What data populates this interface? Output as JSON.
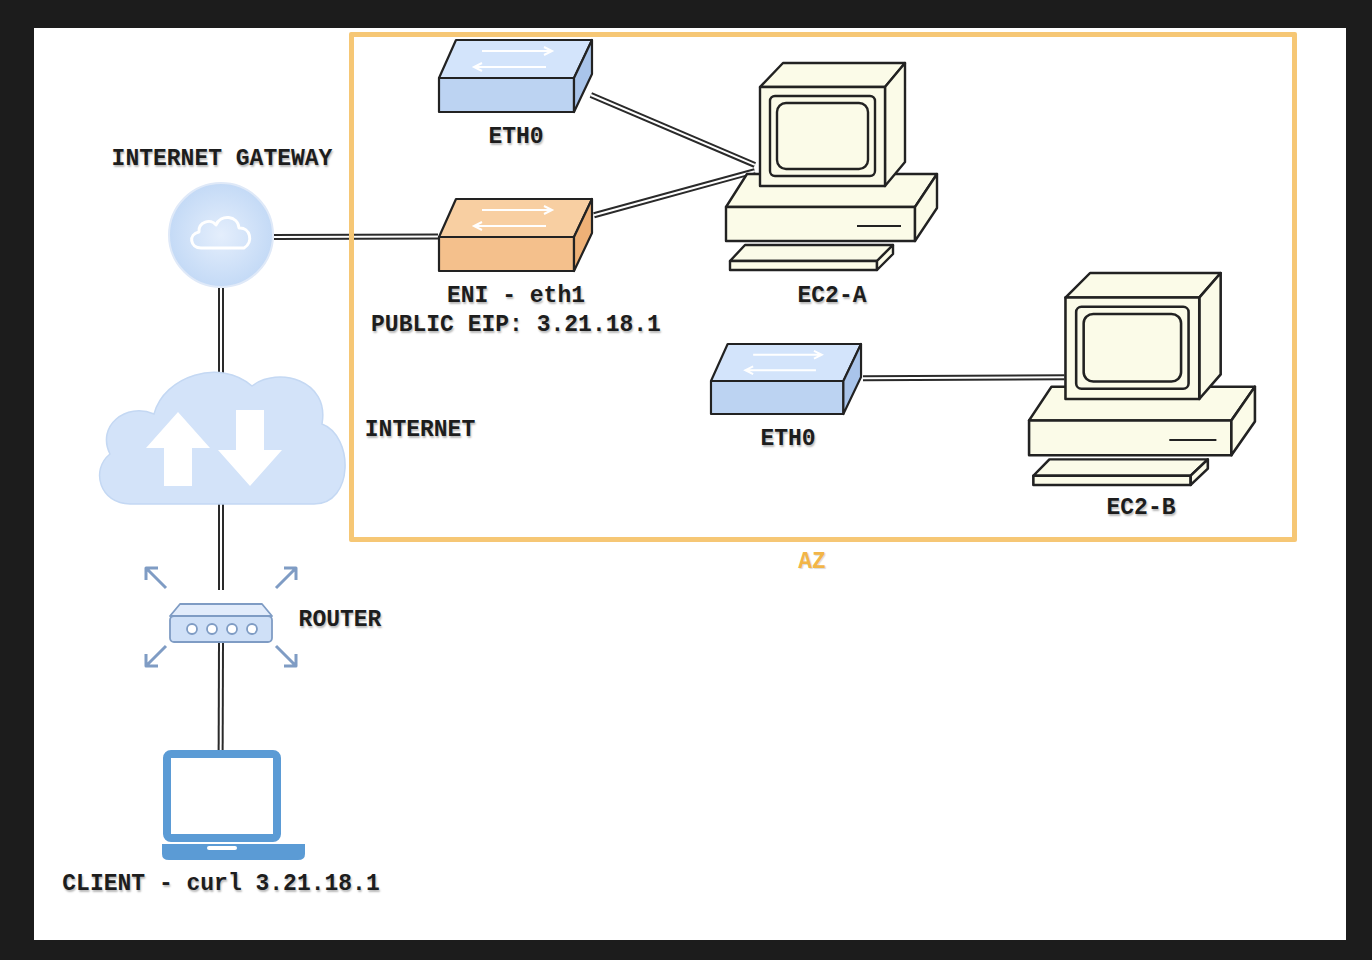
{
  "diagram": {
    "nodes": [
      {
        "text": [
          "AZ"
        ]
      },
      {
        "text": [
          "ETH0"
        ],
        "in": 0
      },
      {
        "text": [
          "INTERNET GATEWAY"
        ]
      },
      {
        "text": [
          "ENI - eth1",
          "PUBLIC EIP: 3.21.18.1"
        ],
        "in": 0
      },
      {
        "text": [
          "EC2-A"
        ],
        "in": 0
      },
      {
        "text": [
          "ETH0"
        ],
        "in": 0
      },
      {
        "text": [
          "EC2-B"
        ],
        "in": 0
      },
      {
        "text": [
          "INTERNET"
        ]
      },
      {
        "text": [
          "ROUTER"
        ]
      },
      {
        "text": [
          "CLIENT - curl 3.21.18.1"
        ]
      }
    ],
    "edges": [
      {
        "from": 1,
        "to": 4,
        "arrow": "none"
      },
      {
        "from": 3,
        "to": 4,
        "arrow": "none"
      },
      {
        "from": 2,
        "to": 3,
        "arrow": "none"
      },
      {
        "from": 5,
        "to": 6,
        "arrow": "none"
      },
      {
        "from": 2,
        "to": 7,
        "arrow": "none"
      },
      {
        "from": 7,
        "to": 8,
        "arrow": "none"
      },
      {
        "from": 8,
        "to": 9,
        "arrow": "none"
      }
    ]
  }
}
